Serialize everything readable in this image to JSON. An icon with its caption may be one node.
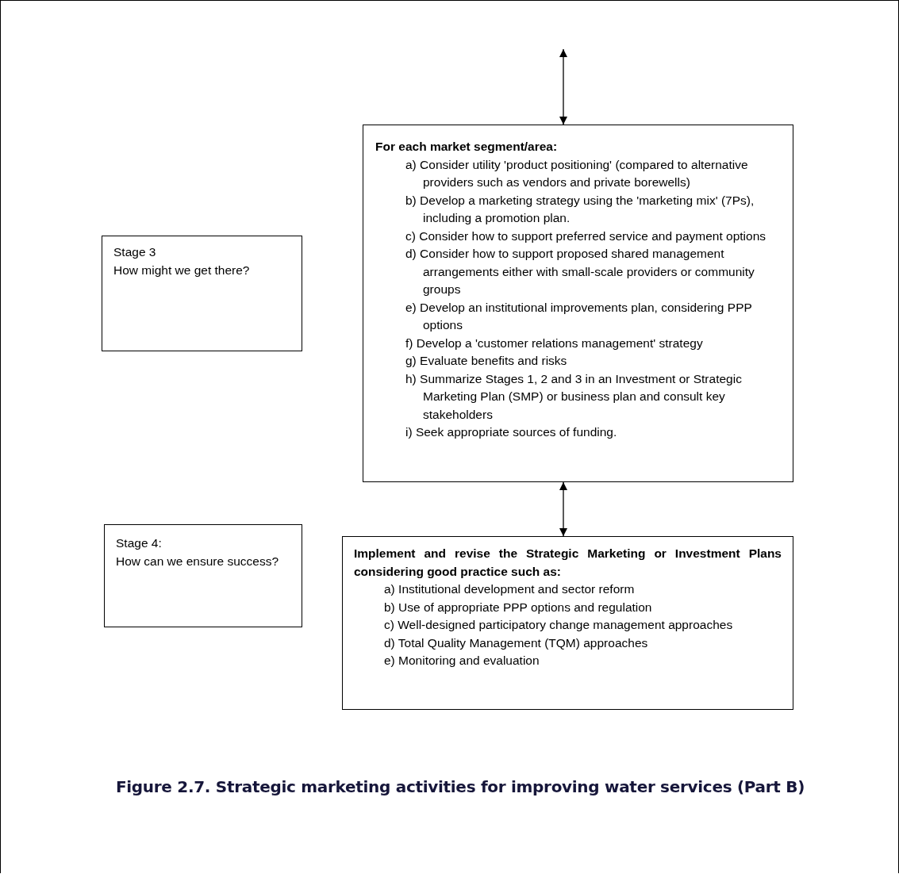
{
  "diagram": {
    "caption": "Figure 2.7. Strategic marketing activities for improving water services (Part B)",
    "nodes": [
      {
        "text": [
          "Stage 3",
          "How might we get there?"
        ]
      },
      {
        "text": [
          "For each market segment/area:",
          "a) Consider utility 'product positioning' (compared to alternative providers such as vendors and private borewells)",
          "b) Develop a marketing strategy using the 'marketing mix' (7Ps), including a promotion plan.",
          "c) Consider how to support preferred service and payment options",
          "d) Consider how to support proposed shared management arrangements either with small-scale providers or community groups",
          "e) Develop an institutional improvements plan, considering PPP options",
          "f) Develop a 'customer relations management' strategy",
          "g) Evaluate benefits and risks",
          "h) Summarize Stages 1, 2 and 3 in an Investment or Strategic Marketing Plan (SMP) or business plan and consult key stakeholders",
          "i) Seek appropriate sources of funding."
        ]
      },
      {
        "text": [
          "Stage 4:",
          "How can we ensure success?"
        ]
      },
      {
        "text": [
          "Implement and revise the Strategic Marketing or Investment Plans considering good practice such as:",
          "a) Institutional development and sector reform",
          "b) Use of appropriate PPP options and regulation",
          "c) Well-designed participatory change management approaches",
          "d) Total Quality Management (TQM) approaches",
          "e) Monitoring and evaluation"
        ]
      }
    ],
    "edges": [
      {
        "from": null,
        "to": 1,
        "arrow": "both"
      },
      {
        "from": 1,
        "to": 3,
        "arrow": "both"
      }
    ]
  }
}
